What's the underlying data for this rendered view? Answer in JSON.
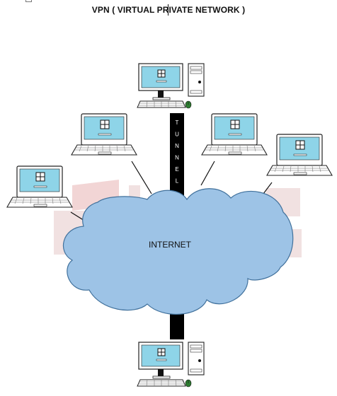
{
  "title": "VPN ( VIRTUAL PRIVATE NETWORK )",
  "tunnel_label": "TUNNEL",
  "cloud_label": "INTERNET",
  "colors": {
    "cloud_fill": "#9dc3e6",
    "cloud_stroke": "#41719c",
    "screen_fill": "#8ed4e8",
    "tunnel_fill": "#000000",
    "watermark": "#e8c7c7"
  },
  "nodes": [
    {
      "id": "desktop-top",
      "kind": "desktop"
    },
    {
      "id": "laptop-left-far",
      "kind": "laptop"
    },
    {
      "id": "laptop-left-near",
      "kind": "laptop"
    },
    {
      "id": "laptop-right-near",
      "kind": "laptop"
    },
    {
      "id": "laptop-right-far",
      "kind": "laptop"
    },
    {
      "id": "desktop-bottom",
      "kind": "desktop"
    }
  ]
}
